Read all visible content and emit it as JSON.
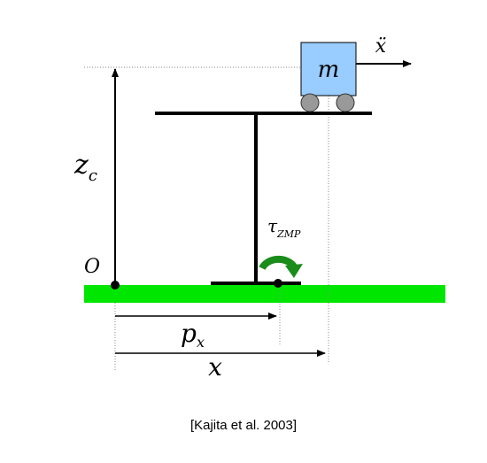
{
  "labels": {
    "mass": "m",
    "acceleration": "ẍ",
    "height": "z",
    "height_sub": "c",
    "origin": "O",
    "torque": "τ",
    "torque_sub": "ZMP",
    "zmp_position": "p",
    "zmp_position_sub": "x",
    "cart_position": "x"
  },
  "citation": "[Kajita et al. 2003]",
  "colors": {
    "floor": "#00e600",
    "cart": "#99ccff",
    "wheels": "#999999",
    "torque_arrow": "#1a8c1a"
  }
}
